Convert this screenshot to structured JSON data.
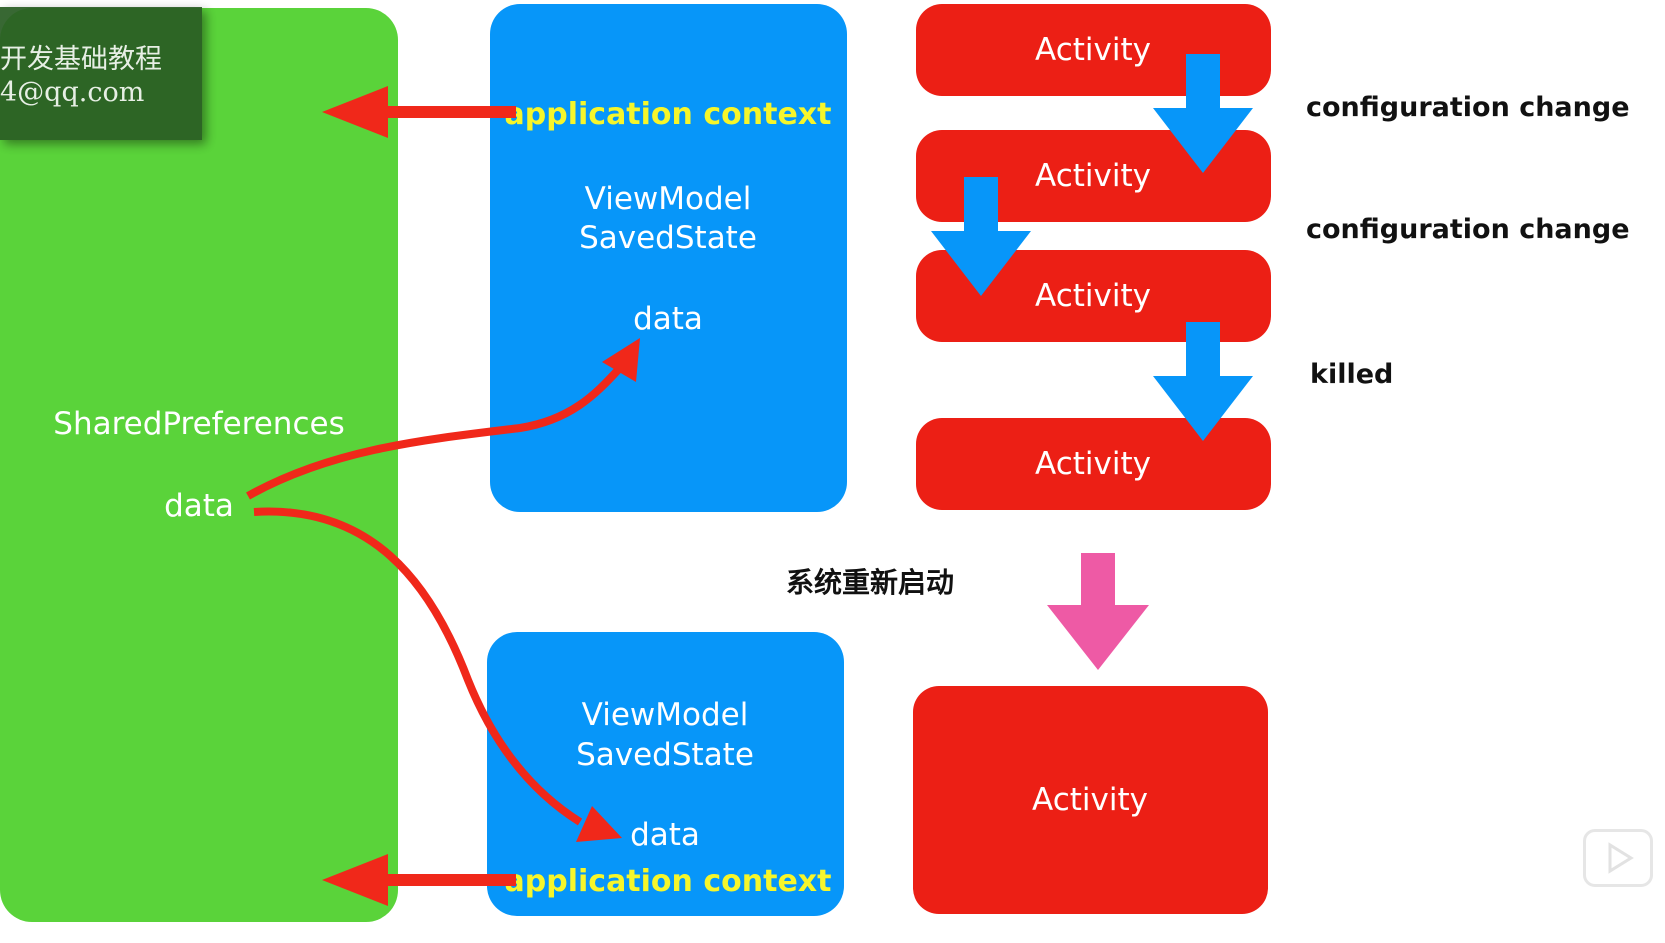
{
  "watermark": {
    "line1": "开发基础教程",
    "line2": "4@qq.com"
  },
  "shared_prefs": {
    "title": "SharedPreferences",
    "data_label": "data"
  },
  "top_viewmodel": {
    "app_context": "application context",
    "line1": "ViewModel",
    "line2": "SavedState",
    "data_label": "data"
  },
  "bottom_viewmodel": {
    "line1": "ViewModel",
    "line2": "SavedState",
    "data_label": "data",
    "app_context": "application context"
  },
  "activities": {
    "a1": "Activity",
    "a2": "Activity",
    "a3": "Activity",
    "a4": "Activity",
    "a5": "Activity"
  },
  "events": {
    "config_change_1": "configuration change",
    "config_change_2": "configuration change",
    "killed": "killed",
    "system_restart": "系统重新启动"
  },
  "colors": {
    "green": "#5ad33a",
    "blue": "#0796f9",
    "red": "#ec1f15",
    "yellow_text": "#f6f62b",
    "arrow_red": "#f0281a",
    "arrow_blue": "#0796f9",
    "arrow_pink": "#ee5aa5"
  },
  "icons": {
    "play": "play-icon"
  }
}
